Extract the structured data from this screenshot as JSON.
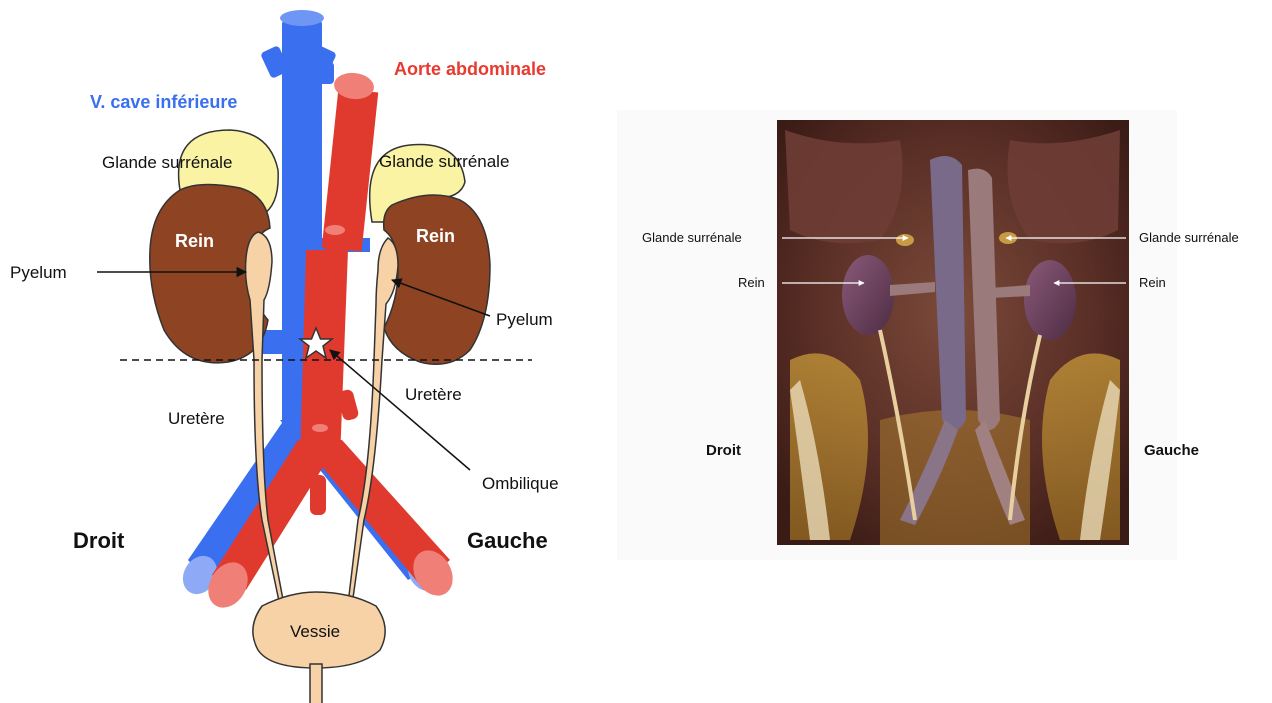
{
  "diagram": {
    "labels": {
      "aorte": "Aorte abdominale",
      "veine_cave": "V. cave inférieure",
      "glande_droite": "Glande surrénale",
      "glande_gauche": "Glande surrénale",
      "rein_droit": "Rein",
      "rein_gauche": "Rein",
      "pyelum_droit": "Pyelum",
      "pyelum_gauche": "Pyelum",
      "uretere_droit": "Uretère",
      "uretere_gauche": "Uretère",
      "ombilique": "Ombilique",
      "droit": "Droit",
      "gauche": "Gauche",
      "vessie": "Vessie"
    },
    "colors": {
      "vein": "#3a6ff0",
      "vein_light": "#8ea9f5",
      "artery": "#e03a2f",
      "artery_light": "#f07f78",
      "gland": "#fbf3a4",
      "kidney": "#8e4422",
      "urinary": "#f6d2a6",
      "aorta_label": "#e83a2f",
      "vein_label": "#3a6ff0"
    }
  },
  "photo": {
    "labels": {
      "glande_left": "Glande surrénale",
      "glande_right": "Glande surrénale",
      "rein_left": "Rein",
      "rein_right": "Rein",
      "droit": "Droit",
      "gauche": "Gauche"
    }
  }
}
